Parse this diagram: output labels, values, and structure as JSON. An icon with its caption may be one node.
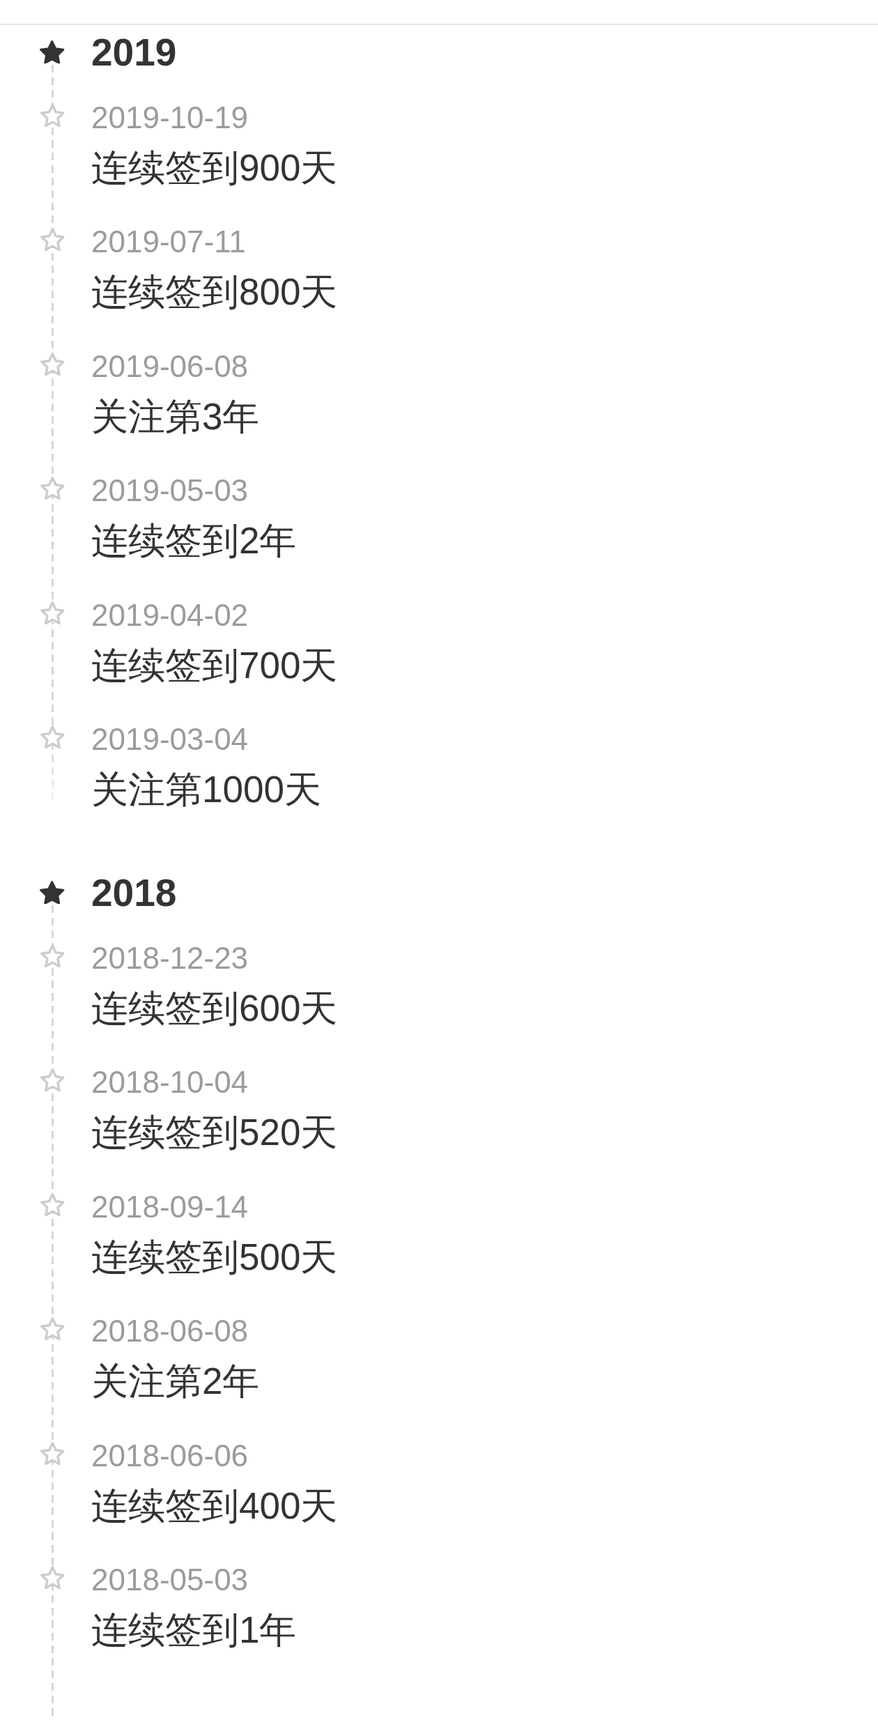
{
  "diagram": {
    "labels": [
      "2019",
      "2019-10-19",
      "连续签到900天",
      "2019-07-11",
      "连续签到800天",
      "2019-06-08",
      "关注第3年",
      "2019-05-03",
      "连续签到2年",
      "2019-04-02",
      "连续签到700天",
      "2019-03-04",
      "关注第1000天",
      "2018",
      "2018-12-23",
      "连续签到600天",
      "2018-10-04",
      "连续签到520天",
      "2018-09-14",
      "连续签到500天",
      "2018-06-08",
      "关注第2年",
      "2018-06-06",
      "连续签到400天",
      "2018-05-03",
      "连续签到1年"
    ]
  }
}
